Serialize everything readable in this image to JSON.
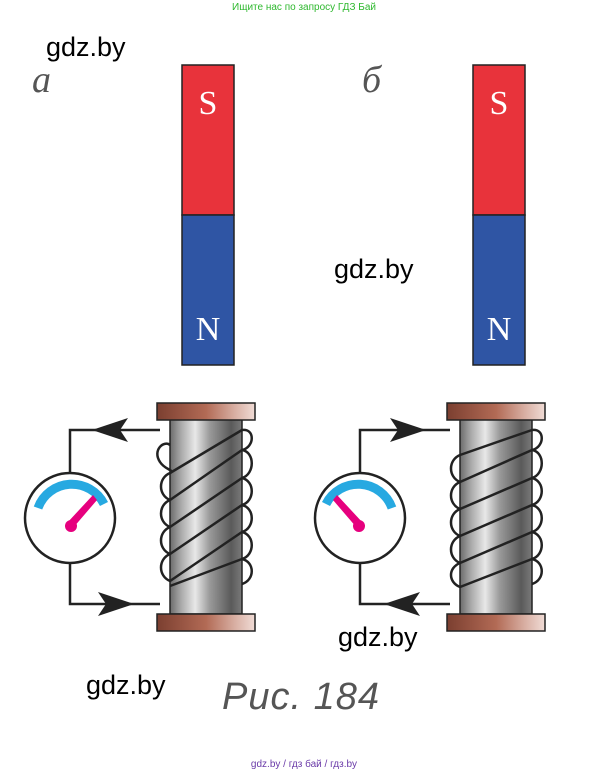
{
  "header_note": "Ищите нас по запросу ГДЗ Бай",
  "watermarks": [
    "gdz.by",
    "gdz.by",
    "gdz.by",
    "gdz.by"
  ],
  "panels": [
    {
      "label": "а",
      "top_pole": "S",
      "bottom_pole": "N",
      "needle": "right"
    },
    {
      "label": "б",
      "top_pole": "S",
      "bottom_pole": "N",
      "needle": "left"
    }
  ],
  "caption": "Рис. 184",
  "footer": "gdz.by / гдз бай / гдз.by",
  "colors": {
    "pole_s": "#e8333b",
    "pole_n": "#2f55a4",
    "flange": "#8b4a3a",
    "core": "#7a7a7a",
    "scale": "#27a9e1",
    "needle": "#e6007e"
  }
}
